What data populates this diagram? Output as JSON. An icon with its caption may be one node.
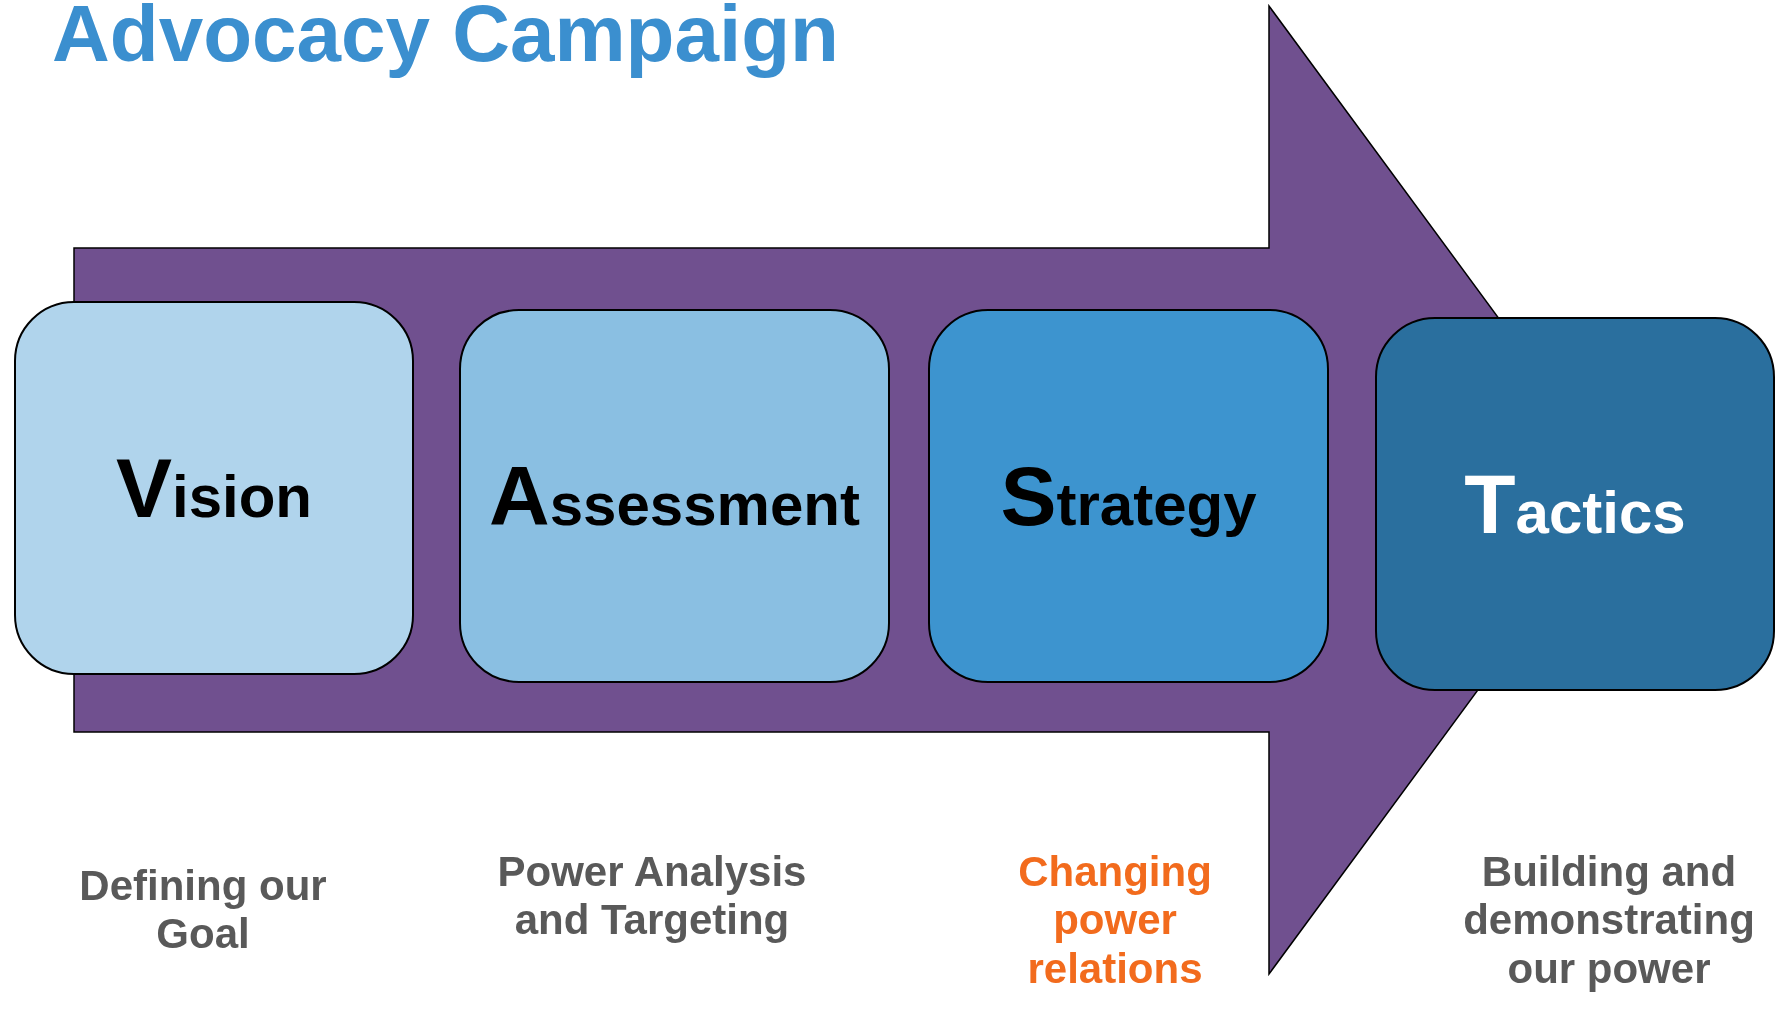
{
  "diagram": {
    "title": "Advocacy Campaign",
    "nodes": [
      {
        "text": [
          "Vision"
        ]
      },
      {
        "text": [
          "Assessment"
        ]
      },
      {
        "text": [
          "Strategy"
        ]
      },
      {
        "text": [
          "Tactics"
        ]
      }
    ],
    "edges": [
      {
        "from": 0,
        "to": 3,
        "arrow": "to",
        "style": "thick",
        "color": "#70508f"
      }
    ],
    "labels": [
      "Defining our Goal",
      "Power Analysis and Targeting",
      "Changing power relations",
      "Building and demonstrating our power"
    ]
  }
}
